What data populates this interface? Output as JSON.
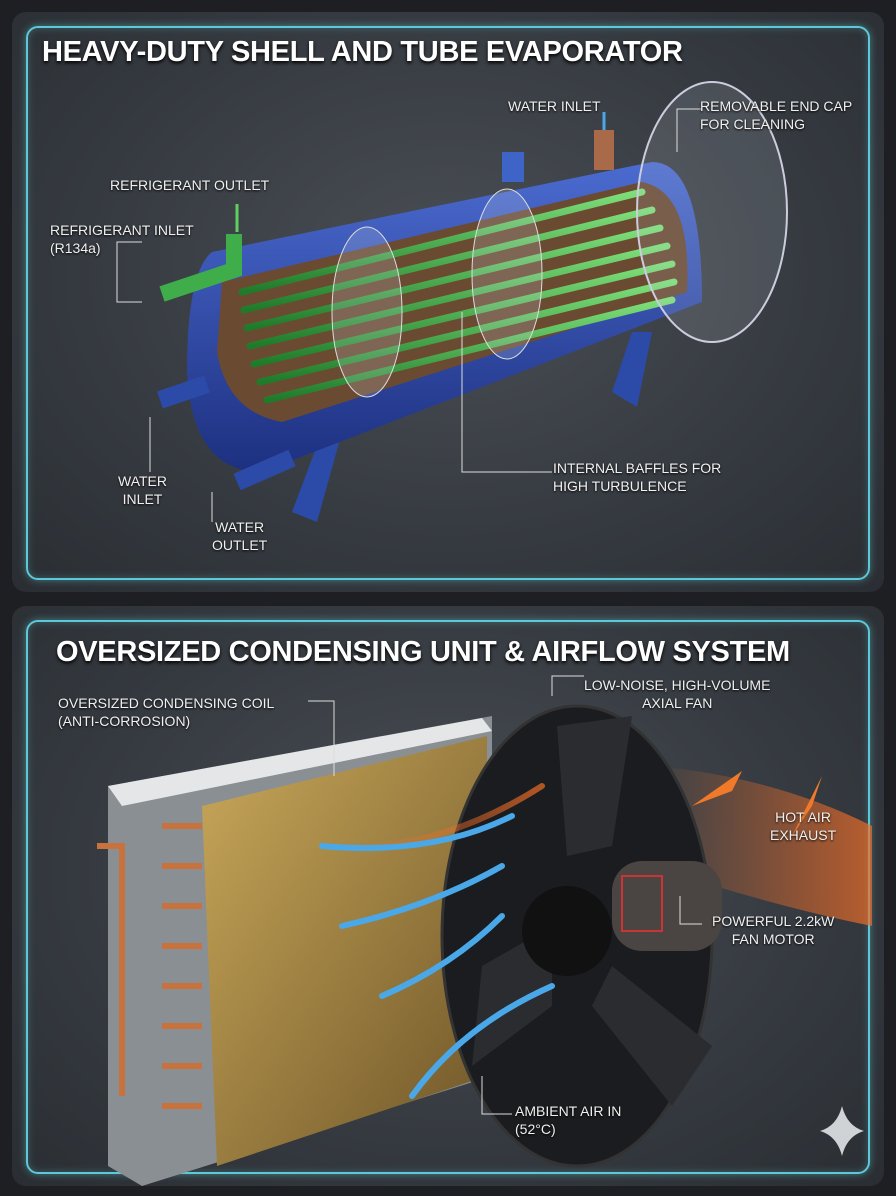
{
  "evaporator": {
    "title": "HEAVY-DUTY SHELL AND TUBE EVAPORATOR",
    "labels": {
      "water_inlet_top": "WATER INLET",
      "end_cap_1": "REMOVABLE END CAP",
      "end_cap_2": "FOR CLEANING",
      "refrigerant_outlet": "REFRIGERANT OUTLET",
      "refrigerant_inlet_1": "REFRIGERANT INLET",
      "refrigerant_inlet_2": "(R134a)",
      "water_inlet_1": "WATER",
      "water_inlet_2": "INLET",
      "water_outlet_1": "WATER",
      "water_outlet_2": "OUTLET",
      "baffles_1": "INTERNAL BAFFLES FOR",
      "baffles_2": "HIGH TURBULENCE"
    }
  },
  "condenser": {
    "title": "OVERSIZED CONDENSING UNIT & AIRFLOW SYSTEM",
    "labels": {
      "coil_1": "OVERSIZED CONDENSING COIL",
      "coil_2": "(ANTI-CORROSION)",
      "fan_1": "LOW-NOISE, HIGH-VOLUME",
      "fan_2": "AXIAL FAN",
      "exhaust_1": "HOT AIR",
      "exhaust_2": "EXHAUST",
      "motor_1": "POWERFUL 2.2kW",
      "motor_2": "FAN MOTOR",
      "ambient_1": "AMBIENT AIR IN",
      "ambient_2": "(52°C)"
    }
  },
  "colors": {
    "accent": "#5ec9d6",
    "shell": "#2c4aa8",
    "tubes": "#3fb54a",
    "copper": "#c87a4a",
    "hot": "#f07a2a",
    "cold": "#4aa8e8"
  }
}
